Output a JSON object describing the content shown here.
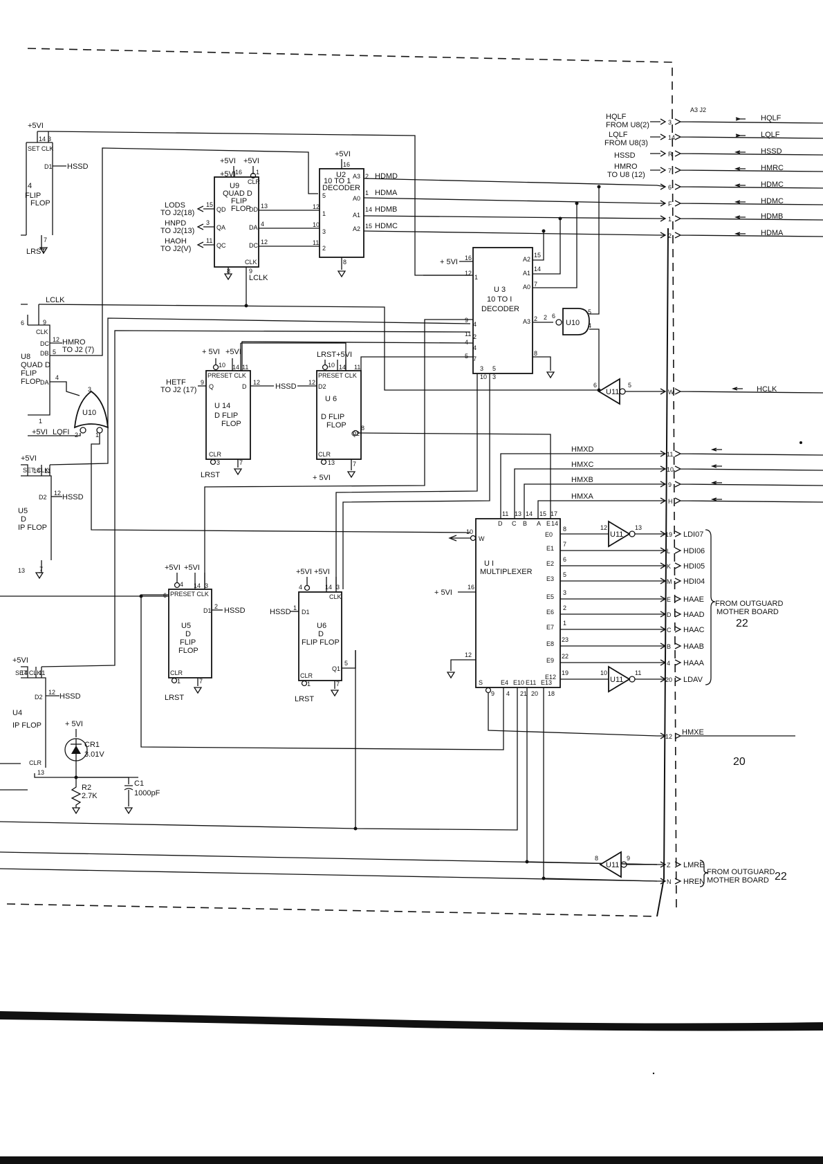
{
  "chips": {
    "u9": {
      "name": "U9",
      "title": [
        "QUAD D",
        "FLIP",
        "FLOP"
      ],
      "pins": {
        "clr": "CLR",
        "qd": "QD",
        "qa": "QA",
        "qc": "QC",
        "dd": "DD",
        "da": "DA",
        "dc": "DC",
        "clk": "CLK"
      },
      "pin_nums": {
        "p16": "16",
        "p1": "1",
        "p15": "15",
        "p3": "3",
        "p11": "11",
        "p13": "13",
        "p4": "4",
        "p12": "12",
        "p8": "8",
        "p9": "9"
      }
    },
    "u2": {
      "name": "U2",
      "title": [
        "10 TO 1",
        "DECODER"
      ],
      "pins": {
        "a3": "A3",
        "a0": "A0",
        "a1": "A1",
        "a2": "A2"
      },
      "pin_nums": {
        "p16": "16",
        "p8": "8",
        "p5": "5",
        "p12": "12",
        "p10": "10",
        "p11": "11",
        "p1": "1",
        "p3": "3",
        "p2": "2",
        "p2o": "2",
        "p1o": "1",
        "p14o": "14",
        "p15o": "15"
      }
    },
    "u3": {
      "name": "U 3",
      "title": [
        "10 TO I",
        "DECODER"
      ],
      "pins": {
        "a2": "A2",
        "a1": "A1",
        "a0": "A0",
        "a3": "A3"
      },
      "pin_nums": {
        "p16": "16",
        "p12": "12",
        "p1": "1",
        "p9": "9",
        "p11": "11",
        "p4": "4",
        "p5": "5",
        "p15": "15",
        "p14": "14",
        "p7": "7",
        "p2": "2",
        "p8": "8",
        "p3": "3",
        "p10": "10",
        "p3b": "3"
      }
    },
    "u14": {
      "name": "U 14",
      "title": [
        "D FLIP",
        "FLOP"
      ],
      "pins": {
        "preset_clk": "PRESET CLK",
        "q": "Q",
        "d": "D",
        "clr": "CLR"
      },
      "pin_nums": {
        "p10": "10",
        "p14": "14",
        "p11": "11",
        "p9": "9",
        "p12": "12",
        "p3": "3",
        "p7": "7"
      }
    },
    "u6a": {
      "name": "U 6",
      "title": [
        "D FLIP",
        "FLOP"
      ],
      "pins": {
        "preset_clk": "PRESET CLK",
        "d2": "D2",
        "q2": "Q2",
        "clr": "CLR"
      },
      "pin_nums": {
        "p10": "10",
        "p14": "14",
        "p11": "11",
        "p12": "12",
        "p8": "8",
        "p13": "13",
        "p7": "7"
      }
    },
    "u1": {
      "name": "U I",
      "title": [
        "MULTIPLEXER"
      ],
      "pins": {
        "d": "D",
        "c": "C",
        "b": "B",
        "a": "A",
        "e": "E",
        "w": "W",
        "s": "S",
        "e4": "E4",
        "e10": "E10",
        "e11": "E11",
        "e13": "E13",
        "e0": "E0",
        "e1": "E1",
        "e2": "E2",
        "e3": "E3",
        "e5": "E5",
        "e6": "E6",
        "e7": "E7",
        "e8": "E8",
        "e9": "E9",
        "e12": "E12"
      },
      "pin_nums": {
        "p11": "11",
        "p13": "13",
        "p14": "14",
        "p15": "15",
        "p17": "17",
        "p14b": "14",
        "p10": "10",
        "p16": "16",
        "p12": "12",
        "p8": "8",
        "p7": "7",
        "p6": "6",
        "p5": "5",
        "p3": "3",
        "p2": "2",
        "p1": "1",
        "p23": "23",
        "p22": "22",
        "p19": "19",
        "p9": "9",
        "p4": "4",
        "p21": "21",
        "p20": "20",
        "p18": "18"
      }
    },
    "u5a": {
      "name": "U5",
      "title": [
        "D",
        "FLIP",
        "FLOP"
      ],
      "pins": {
        "preset_clk": "PRESET CLK",
        "d1": "D1",
        "clr": "CLR"
      },
      "pin_nums": {
        "p4": "4",
        "p14": "14",
        "p3": "3",
        "p6": "6",
        "p2": "2",
        "p1": "1",
        "p7": "7"
      }
    },
    "u6b": {
      "name": "U6",
      "title": [
        "D",
        "FLIP FLOP"
      ],
      "pins": {
        "clk": "CLK",
        "d1": "D1",
        "q1": "Q1",
        "clr": "CLR"
      },
      "pin_nums": {
        "p4": "4",
        "p14": "14",
        "p3": "3",
        "p1": "1",
        "p5": "5",
        "p7": "7"
      }
    },
    "edge_upper": {
      "title": [
        "4",
        "FLIP",
        "FLOP"
      ],
      "pins": {
        "set_clk": "SET CLK",
        "d1": "D1"
      },
      "pin_nums": {
        "p14": "14",
        "p3": "3",
        "p7": "7"
      }
    },
    "u8": {
      "name": "U8",
      "title": [
        "QUAD D",
        "FLIP",
        "FLOP"
      ],
      "pins": {
        "clk": "CLK",
        "dc": "DC",
        "db": "DB",
        "da": "DA"
      },
      "pin_nums": {
        "p6": "6",
        "p9": "9",
        "p12": "12",
        "p5": "5",
        "p4": "4",
        "p1": "1"
      }
    },
    "u5b_edge": {
      "name": "U5",
      "title": [
        "D",
        "IP FLOP"
      ],
      "pins": {
        "set_clk": "SET CLK",
        "d2": "D2"
      },
      "pin_nums": {
        "p14": "14",
        "p11": "11",
        "p12": "12",
        "p13": "13",
        "p7": "7"
      }
    },
    "u4_edge": {
      "name": "U4",
      "title": [
        "IP FLOP"
      ],
      "pins": {
        "set_clk": "SET CLK",
        "d2": "D2",
        "clr": "CLR"
      },
      "pin_nums": {
        "p14": "14",
        "p11": "11",
        "p12": "12",
        "p13": "13"
      }
    }
  },
  "gates": {
    "u10_nand": {
      "name": "U10",
      "pins": [
        "6",
        "2",
        "5",
        "4"
      ]
    },
    "u10_or": {
      "name": "U10",
      "pins": [
        "4",
        "3",
        "2",
        "1"
      ]
    },
    "u11_w": {
      "name": "U11",
      "pins": [
        "6",
        "5"
      ]
    },
    "u11_19": {
      "name": "U11",
      "pins": [
        "12",
        "13"
      ]
    },
    "u11_20": {
      "name": "U11",
      "pins": [
        "10",
        "11"
      ]
    },
    "u11_z": {
      "name": "U11",
      "pins": [
        "8",
        "9"
      ]
    }
  },
  "supplies": {
    "p5v": "+5VI",
    "p5v_sp": "+ 5VI",
    "lrst_p5v": "LRST+5VI",
    "ground_pin_7": "7",
    "plus5": "+5VI"
  },
  "nets": {
    "hssd": "HSSD",
    "lclk": "LCLK",
    "lrst": "LRST",
    "hmro": "HMRO",
    "to_j2_7": "TO J2 (7)",
    "lods": "LODS",
    "lods_to": "TO J2(18)",
    "hnpd": "HNPD",
    "hnpd_to": "TO J2(13)",
    "haoh": "HAOH",
    "haoh_to": "TO J2(V)",
    "hetf": "HETF",
    "hetf_to": "TO J2 (17)",
    "lqfi": "LQFI",
    "hdmd": "HDMD",
    "hdma": "HDMA",
    "hdmb": "HDMB",
    "hdmc": "HDMC",
    "hmxd": "HMXD",
    "hmxc": "HMXC",
    "hmxb": "HMXB",
    "hmxa": "HMXA",
    "hmxe": "HMXE"
  },
  "components": {
    "cr1": {
      "ref": "CR1",
      "value": "3.01V",
      "supply": "+ 5VI"
    },
    "r2": {
      "ref": "R2",
      "value": "2.7K"
    },
    "c1": {
      "ref": "C1",
      "value": "1000pF"
    }
  },
  "connector": {
    "header_code": "A3 J2",
    "pins_top": [
      "3",
      "14",
      "R",
      "7",
      "6",
      "F",
      "1",
      "2"
    ],
    "pin_w": "W",
    "pins_mid": [
      "11",
      "10",
      "9",
      "H"
    ],
    "pins_mux": [
      "19",
      "L",
      "K",
      "M",
      "E",
      "D",
      "C",
      "B",
      "4",
      "20"
    ],
    "pin_hmxe": "12",
    "pins_bottom": [
      "Z",
      "N"
    ]
  },
  "left_inputs": {
    "hqlf": "HQLF",
    "from_u8_2": "FROM U8(2)",
    "lqlf": "LQLF",
    "from_u8_3": "FROM U8(3)",
    "hssd": "HSSD",
    "hmro": "HMRO",
    "to_u8_12": "TO U8 (12)"
  },
  "right_signals": {
    "top": [
      "HQLF",
      "LQLF",
      "HSSD",
      "HMRC",
      "HDMC",
      "HDMC",
      "HDMB",
      "HDMA"
    ],
    "hclk": "HCLK"
  },
  "outguard_group": {
    "signals": [
      "LDI07",
      "HDI06",
      "HDI05",
      "HDI04",
      "HAAE",
      "HAAD",
      "HAAC",
      "HAAB",
      "HAAA",
      "LDAV"
    ],
    "label_1": "FROM OUTGUARD",
    "label_2": "MOTHER BOARD",
    "page_ref": "22"
  },
  "outguard_group_2": {
    "signals": [
      "LMRE",
      "HREN"
    ],
    "label_1": "FROM OUTGUARD",
    "label_2": "MOTHER BOARD",
    "page_ref": "22"
  },
  "page_ref_20": "20"
}
